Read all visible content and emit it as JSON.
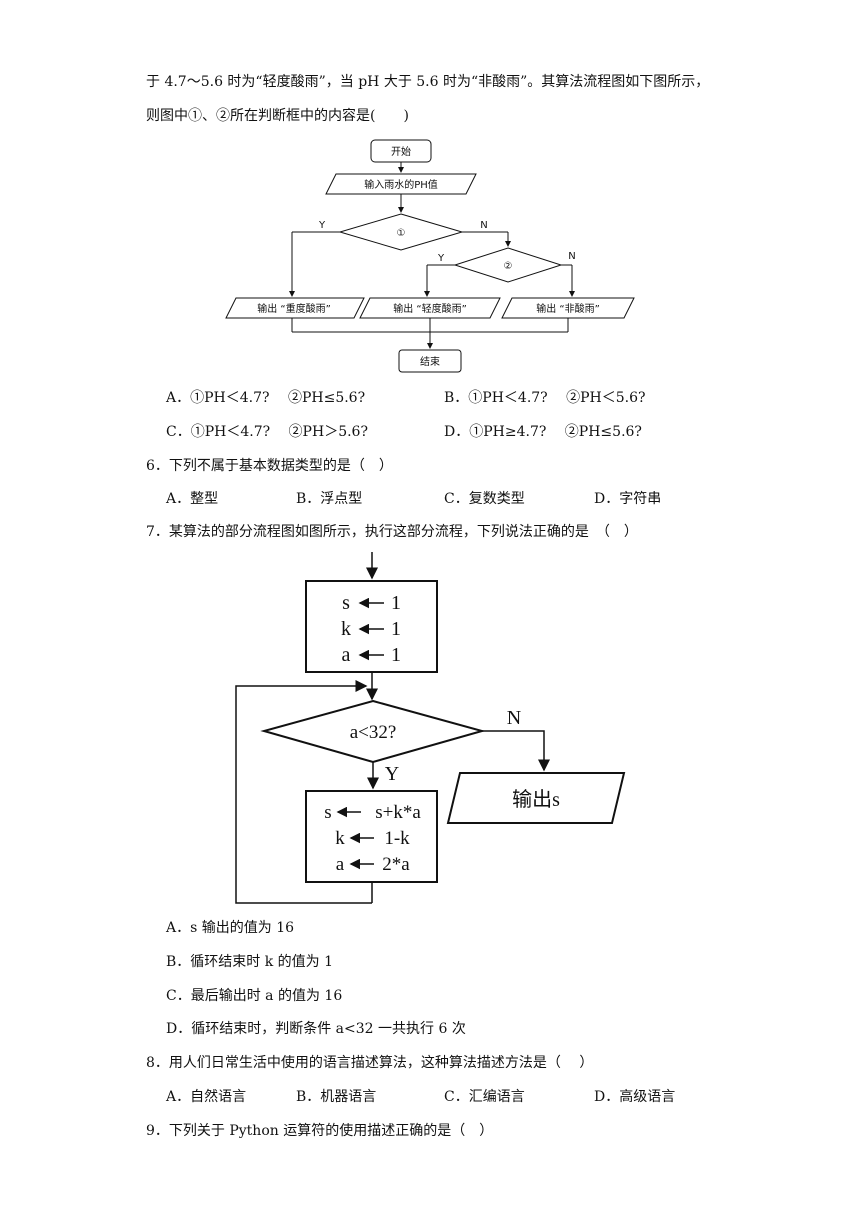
{
  "intro": {
    "line1": "于 4.7～5.6 时为“轻度酸雨”，当 pH 大于 5.6 时为“非酸雨”。其算法流程图如下图所示，",
    "line2": "则图中①、②所在判断框中的内容是(　　)"
  },
  "flowchart1": {
    "start": "开始",
    "input": "输入雨水的PH值",
    "decision1": "①",
    "decision2": "②",
    "yes": "Y",
    "no": "N",
    "out_heavy": "输出 “重度酸雨”",
    "out_light": "输出 “轻度酸雨”",
    "out_none": "输出 “非酸雨”",
    "end": "结束"
  },
  "q5_options": {
    "A": "A．①PH＜4.7?　 ②PH≤5.6?",
    "B": "B．①PH＜4.7?　 ②PH＜5.6?",
    "C": "C．①PH＜4.7?　 ②PH＞5.6?",
    "D": "D．①PH≥4.7?　 ②PH≤5.6?"
  },
  "q6": {
    "stem": "6．下列不属于基本数据类型的是（　）",
    "A": "A．整型",
    "B": "B．浮点型",
    "C": "C．复数类型",
    "D": "D．字符串"
  },
  "q7": {
    "stem": "7．某算法的部分流程图如图所示，执行这部分流程，下列说法正确的是　（　）",
    "A": "A．s  输出的值为  16",
    "B": "B．循环结束时  k  的值为  1",
    "C": "C．最后输出时  a  的值为  16",
    "D": "D．循环结束时，判断条件  a<32  一共执行  6  次"
  },
  "flowchart2": {
    "init_s_var": "s",
    "init_s_val": "1",
    "init_k_var": "k",
    "init_k_val": "1",
    "init_a_var": "a",
    "init_a_val": "1",
    "condition": "a<32?",
    "yes": "Y",
    "no": "N",
    "loop_s_var": "s",
    "loop_s_val": "s+k*a",
    "loop_k_var": "k",
    "loop_k_val": "1-k",
    "loop_a_var": "a",
    "loop_a_val": "2*a",
    "output": "输出s"
  },
  "q8": {
    "stem": "8．用人们日常生活中使用的语言描述算法，这种算法描述方法是（　 ）",
    "A": "A．自然语言",
    "B": "B．机器语言",
    "C": "C．汇编语言",
    "D": "D．高级语言"
  },
  "q9": {
    "stem": "9．下列关于 Python 运算符的使用描述正确的是（　）"
  }
}
